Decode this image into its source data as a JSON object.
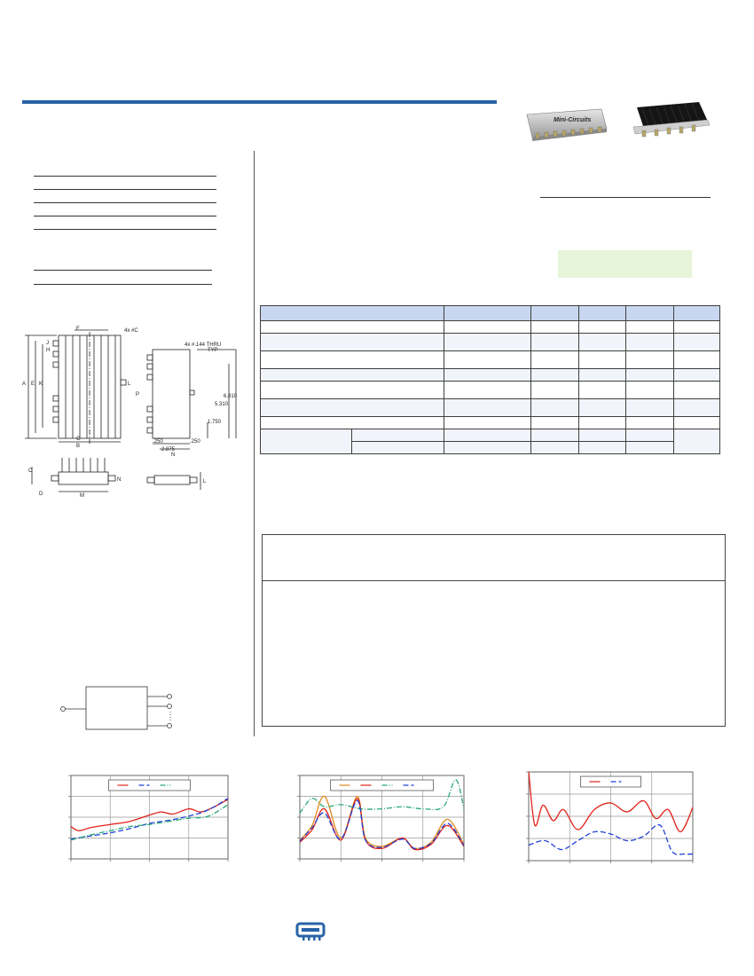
{
  "colors": {
    "title_bar": "#2763a6",
    "note_box": "#e6f4d7",
    "table_header": "#c9d6ef",
    "series_red": "#e2231a",
    "series_blue": "#1f3fd6",
    "series_green": "#2aa876",
    "series_orange": "#e08a1e",
    "icon_blue": "#2763a6"
  },
  "images": {
    "product_photo_silver": "product-photo",
    "product_photo_black": "product-photo",
    "brand_label": "Mini-Circuits"
  },
  "outline_drawing": {
    "top_labels": [
      "F",
      "4x #C"
    ],
    "side_labels": [
      "A",
      "E",
      "K",
      "H",
      "J",
      "L",
      "G",
      "B"
    ],
    "hole_callout": "4x #.144 THRU",
    "hole_callout_sub": "TYP",
    "dims_vertical": [
      "6.810",
      "5.310",
      "1.750"
    ],
    "dims_horizontal": [
      ".250",
      "2.875",
      ".250"
    ],
    "right_labels": [
      "P",
      "N"
    ],
    "bottom_labels": [
      "C",
      "D",
      "M",
      "N",
      "L"
    ]
  },
  "footer": {
    "icon": "chip-icon"
  },
  "chart_data": [
    {
      "type": "line",
      "grid": true,
      "legend": "top-center",
      "xlim": [
        0,
        4
      ],
      "ylim": [
        0,
        4
      ],
      "series": [
        {
          "color": "#e2231a",
          "dash": "solid",
          "x": [
            0,
            0.2,
            0.5,
            1,
            1.5,
            2,
            2.3,
            2.6,
            3,
            3.3,
            3.6,
            4
          ],
          "y": [
            1.55,
            1.35,
            1.5,
            1.65,
            1.8,
            2.1,
            2.25,
            2.15,
            2.4,
            2.25,
            2.45,
            2.85
          ]
        },
        {
          "color": "#1f3fd6",
          "dash": "dash",
          "x": [
            0,
            0.5,
            1,
            1.5,
            2,
            2.5,
            3,
            3.5,
            4
          ],
          "y": [
            0.95,
            1.1,
            1.25,
            1.45,
            1.7,
            1.85,
            2.05,
            2.35,
            2.9
          ]
        },
        {
          "color": "#2aa876",
          "dash": "dashdot",
          "x": [
            0,
            0.5,
            1,
            1.5,
            2,
            2.5,
            3,
            3.5,
            4
          ],
          "y": [
            0.9,
            1.15,
            1.35,
            1.55,
            1.65,
            1.8,
            1.95,
            2.05,
            2.6
          ]
        }
      ]
    },
    {
      "type": "line",
      "grid": true,
      "legend": "top-center",
      "xlim": [
        0,
        4
      ],
      "ylim": [
        0,
        4
      ],
      "series": [
        {
          "color": "#e08a1e",
          "dash": "solid",
          "x": [
            0,
            0.3,
            0.6,
            1,
            1.4,
            1.6,
            2,
            2.5,
            2.8,
            3.2,
            3.6,
            4
          ],
          "y": [
            0.9,
            1.6,
            3.0,
            1.0,
            3.0,
            1.0,
            0.6,
            1.0,
            0.5,
            0.8,
            1.9,
            0.7
          ]
        },
        {
          "color": "#e2231a",
          "dash": "solid",
          "x": [
            0,
            0.3,
            0.6,
            1,
            1.4,
            1.6,
            2,
            2.5,
            2.8,
            3.2,
            3.6,
            4
          ],
          "y": [
            0.8,
            1.4,
            2.4,
            0.9,
            2.9,
            0.9,
            0.5,
            1.0,
            0.45,
            0.7,
            1.6,
            0.6
          ]
        },
        {
          "color": "#2aa876",
          "dash": "dashdot",
          "x": [
            0,
            0.3,
            0.6,
            1,
            1.5,
            2,
            2.5,
            3,
            3.5,
            3.8,
            4
          ],
          "y": [
            2.2,
            2.9,
            2.5,
            2.6,
            2.4,
            2.4,
            2.5,
            2.4,
            2.5,
            3.8,
            2.4
          ]
        },
        {
          "color": "#1f3fd6",
          "dash": "dash",
          "x": [
            0,
            0.3,
            0.6,
            1,
            1.4,
            1.6,
            2,
            2.5,
            2.8,
            3.2,
            3.6,
            4
          ],
          "y": [
            0.85,
            1.5,
            2.2,
            0.95,
            2.8,
            0.9,
            0.55,
            0.95,
            0.5,
            0.75,
            1.7,
            0.65
          ]
        }
      ]
    },
    {
      "type": "line",
      "grid": true,
      "legend": "top-center",
      "xlim": [
        0,
        4
      ],
      "ylim": [
        0,
        4
      ],
      "series": [
        {
          "color": "#e2231a",
          "dash": "solid",
          "x": [
            0,
            0.15,
            0.35,
            0.6,
            0.85,
            1.2,
            1.6,
            2.0,
            2.4,
            2.8,
            3.1,
            3.4,
            3.7,
            4
          ],
          "y": [
            4.0,
            1.6,
            2.5,
            1.8,
            2.3,
            1.4,
            2.3,
            2.6,
            2.2,
            2.7,
            1.9,
            2.3,
            1.3,
            2.4
          ]
        },
        {
          "color": "#1f3fd6",
          "dash": "dash",
          "x": [
            0,
            0.4,
            0.8,
            1.2,
            1.6,
            2.0,
            2.4,
            2.8,
            3.2,
            3.5,
            3.8,
            4
          ],
          "y": [
            0.7,
            0.9,
            0.5,
            0.9,
            1.3,
            1.2,
            0.9,
            1.1,
            1.6,
            0.4,
            0.3,
            0.3
          ]
        }
      ]
    }
  ]
}
